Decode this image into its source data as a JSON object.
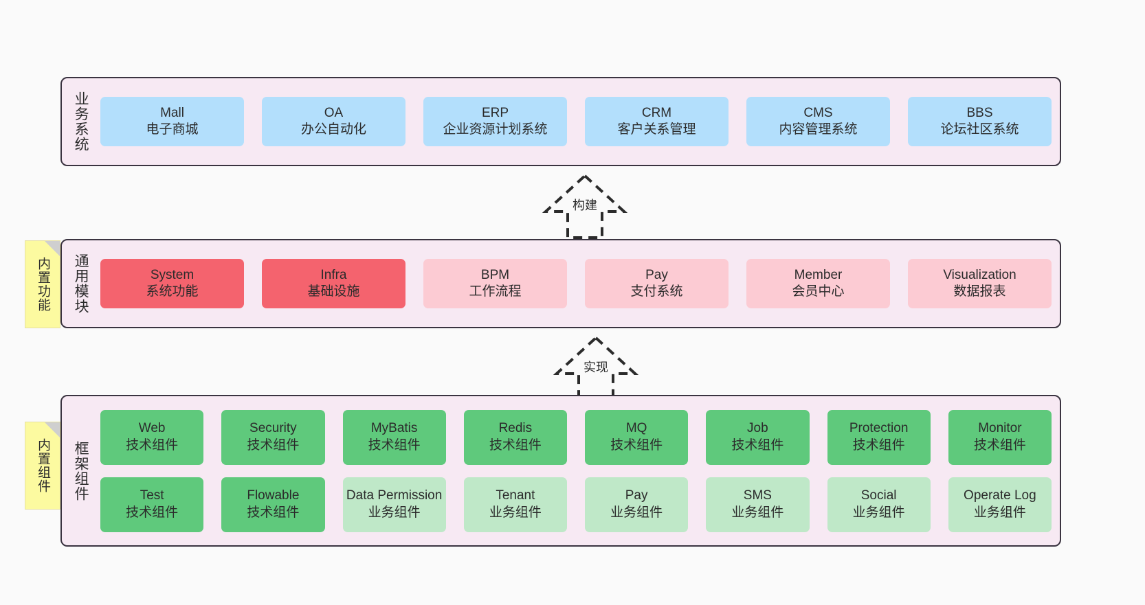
{
  "diagram": {
    "layers": [
      {
        "id": "business",
        "title": "业务系统",
        "rows": [
          {
            "nodes": [
              {
                "name": "Mall",
                "sub": "电子商城",
                "color": "c-blue"
              },
              {
                "name": "OA",
                "sub": "办公自动化",
                "color": "c-blue"
              },
              {
                "name": "ERP",
                "sub": "企业资源计划系统",
                "color": "c-blue"
              },
              {
                "name": "CRM",
                "sub": "客户关系管理",
                "color": "c-blue"
              },
              {
                "name": "CMS",
                "sub": "内容管理系统",
                "color": "c-blue"
              },
              {
                "name": "BBS",
                "sub": "论坛社区系统",
                "color": "c-blue"
              }
            ]
          }
        ]
      },
      {
        "id": "common",
        "title": "通用模块",
        "rows": [
          {
            "nodes": [
              {
                "name": "System",
                "sub": "系统功能",
                "color": "c-red"
              },
              {
                "name": "Infra",
                "sub": "基础设施",
                "color": "c-red"
              },
              {
                "name": "BPM",
                "sub": "工作流程",
                "color": "c-pink"
              },
              {
                "name": "Pay",
                "sub": "支付系统",
                "color": "c-pink"
              },
              {
                "name": "Member",
                "sub": "会员中心",
                "color": "c-pink"
              },
              {
                "name": "Visualization",
                "sub": "数据报表",
                "color": "c-pink"
              }
            ]
          }
        ]
      },
      {
        "id": "framework",
        "title": "框架组件",
        "rows": [
          {
            "nodes": [
              {
                "name": "Web",
                "sub": "技术组件",
                "color": "c-green"
              },
              {
                "name": "Security",
                "sub": "技术组件",
                "color": "c-green"
              },
              {
                "name": "MyBatis",
                "sub": "技术组件",
                "color": "c-green"
              },
              {
                "name": "Redis",
                "sub": "技术组件",
                "color": "c-green"
              },
              {
                "name": "MQ",
                "sub": "技术组件",
                "color": "c-green"
              },
              {
                "name": "Job",
                "sub": "技术组件",
                "color": "c-green"
              },
              {
                "name": "Protection",
                "sub": "技术组件",
                "color": "c-green"
              },
              {
                "name": "Monitor",
                "sub": "技术组件",
                "color": "c-green"
              }
            ]
          },
          {
            "nodes": [
              {
                "name": "Test",
                "sub": "技术组件",
                "color": "c-green"
              },
              {
                "name": "Flowable",
                "sub": "技术组件",
                "color": "c-green"
              },
              {
                "name": "Data Permission",
                "sub": "业务组件",
                "color": "c-lightgreen"
              },
              {
                "name": "Tenant",
                "sub": "业务组件",
                "color": "c-lightgreen"
              },
              {
                "name": "Pay",
                "sub": "业务组件",
                "color": "c-lightgreen"
              },
              {
                "name": "SMS",
                "sub": "业务组件",
                "color": "c-lightgreen"
              },
              {
                "name": "Social",
                "sub": "业务组件",
                "color": "c-lightgreen"
              },
              {
                "name": "Operate Log",
                "sub": "业务组件",
                "color": "c-lightgreen"
              }
            ]
          }
        ]
      }
    ],
    "sticky_notes": [
      {
        "id": "common",
        "label": "内置功能"
      },
      {
        "id": "framework",
        "label": "内置组件"
      }
    ],
    "connectors": [
      {
        "id": "build",
        "label": "构建"
      },
      {
        "id": "impl",
        "label": "实现"
      }
    ],
    "colors": {
      "canvas": "#fafafa",
      "layer_background": "#f7e9f3",
      "layer_border": "#3a3340",
      "blue": "#b3dffc",
      "red": "#f4636e",
      "pink": "#fccbd3",
      "green": "#5fc97c",
      "light_green": "#bfe8c8",
      "sticky": "#fcfaa0",
      "sticky_fold": "#cfcfcf",
      "text": "#2b2b2b"
    }
  }
}
